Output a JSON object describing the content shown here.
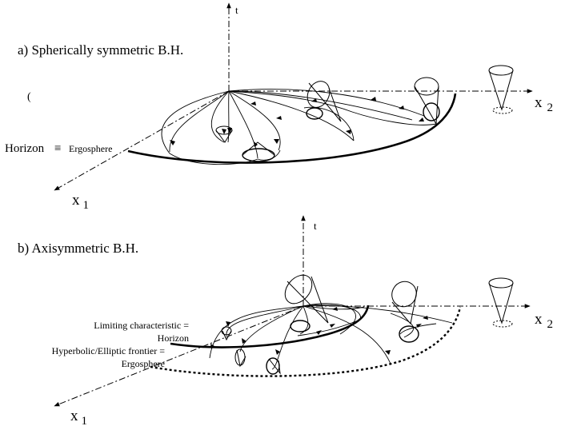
{
  "panel_a": {
    "caption": "a) Spherically symmetric B.H.",
    "axis_t": "t",
    "axis_x1": "x",
    "axis_x1_sub": "1",
    "axis_x2": "x",
    "axis_x2_sub": "2",
    "label_horizon": "Horizon",
    "label_equiv": "≡",
    "label_ergosphere": "Ergosphere"
  },
  "panel_b": {
    "caption": "b) Axisymmetric B.H.",
    "axis_t": "t",
    "axis_x1": "x",
    "axis_x1_sub": "1",
    "axis_x2": "x",
    "axis_x2_sub": "2",
    "label_limiting_line1": "Limiting characteristic =",
    "label_limiting_line2": "Horizon",
    "label_frontier_line1": "Hyperbolic/Elliptic frontier =",
    "label_frontier_line2": "Ergosphere"
  },
  "colors": {
    "ink": "#000000",
    "background": "#ffffff"
  }
}
